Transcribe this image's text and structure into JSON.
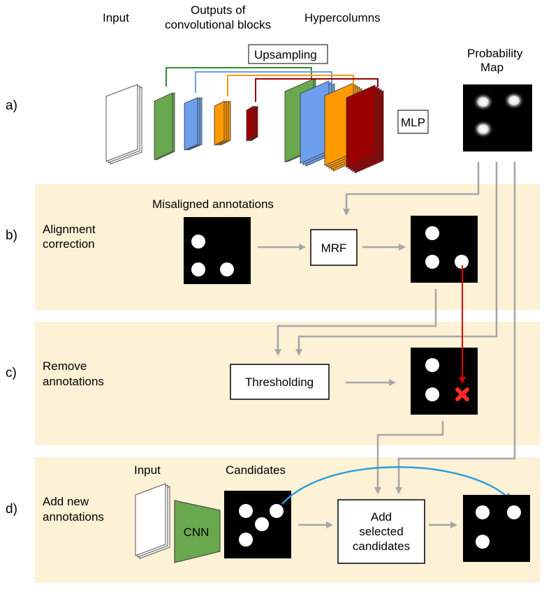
{
  "colors": {
    "band": "#fdf1d6",
    "green": "#6aa84f",
    "blue": "#6d9eeb",
    "orange": "#ff9900",
    "red": "#990000",
    "arrow_gray": "#a6a6a6",
    "arrow_red": "#e00000",
    "arrow_blue": "#2b9fd8"
  },
  "top": {
    "input_label": "Input",
    "outputs_label_line1": "Outputs of",
    "outputs_label_line2": "convolutional blocks",
    "hypercolumns_label": "Hypercolumns",
    "upsampling_label": "Upsampling",
    "mlp_label": "MLP",
    "prob_map_line1": "Probability",
    "prob_map_line2": "Map"
  },
  "rows": {
    "a": {
      "letter": "a)"
    },
    "b": {
      "letter": "b)",
      "title_line1": "Alignment",
      "title_line2": "correction",
      "misaligned_label": "Misaligned annotations",
      "mrf_label": "MRF"
    },
    "c": {
      "letter": "c)",
      "title_line1": "Remove",
      "title_line2": "annotations",
      "threshold_label": "Thresholding"
    },
    "d": {
      "letter": "d)",
      "title_line1": "Add new",
      "title_line2": "annotations",
      "input_label": "Input",
      "cnn_label": "CNN",
      "candidates_label": "Candidates",
      "add_line1": "Add",
      "add_line2": "selected",
      "add_line3": "candidates"
    }
  }
}
